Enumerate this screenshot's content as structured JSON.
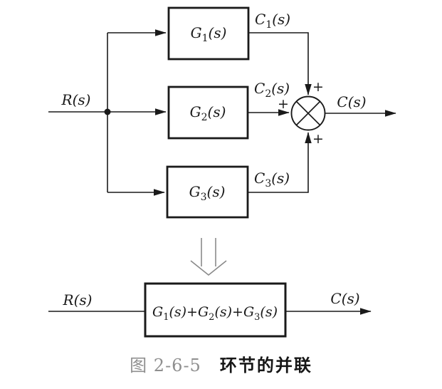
{
  "caption": {
    "number": "图 2-6-5",
    "title": "环节的并联"
  },
  "top_diagram": {
    "input_label": {
      "base": "R",
      "rest": "(s)"
    },
    "output_label": {
      "base": "C",
      "rest": "(s)"
    },
    "blocks": [
      {
        "base": "G",
        "sub": "1",
        "rest": "(s)"
      },
      {
        "base": "G",
        "sub": "2",
        "rest": "(s)"
      },
      {
        "base": "G",
        "sub": "3",
        "rest": "(s)"
      }
    ],
    "branch_output_labels": [
      {
        "base": "C",
        "sub": "1",
        "rest": "(s)"
      },
      {
        "base": "C",
        "sub": "2",
        "rest": "(s)"
      },
      {
        "base": "C",
        "sub": "3",
        "rest": "(s)"
      }
    ],
    "summing_junction": {
      "sign_top": "+",
      "sign_left": "+",
      "sign_bottom": "+"
    }
  },
  "bottom_diagram": {
    "input_label": {
      "base": "R",
      "rest": "(s)"
    },
    "output_label": {
      "base": "C",
      "rest": "(s)"
    },
    "block_label": {
      "term1": {
        "base": "G",
        "sub": "1",
        "rest": "(s)"
      },
      "op1": "+",
      "term2": {
        "base": "G",
        "sub": "2",
        "rest": "(s)"
      },
      "op2": "+",
      "term3": {
        "base": "G",
        "sub": "3",
        "rest": "(s)"
      }
    }
  },
  "colors": {
    "line": "#1a1a1a",
    "background": "#ffffff",
    "caption_number": "#8f8f8f",
    "transform_arrow": "#8a8a8a"
  }
}
